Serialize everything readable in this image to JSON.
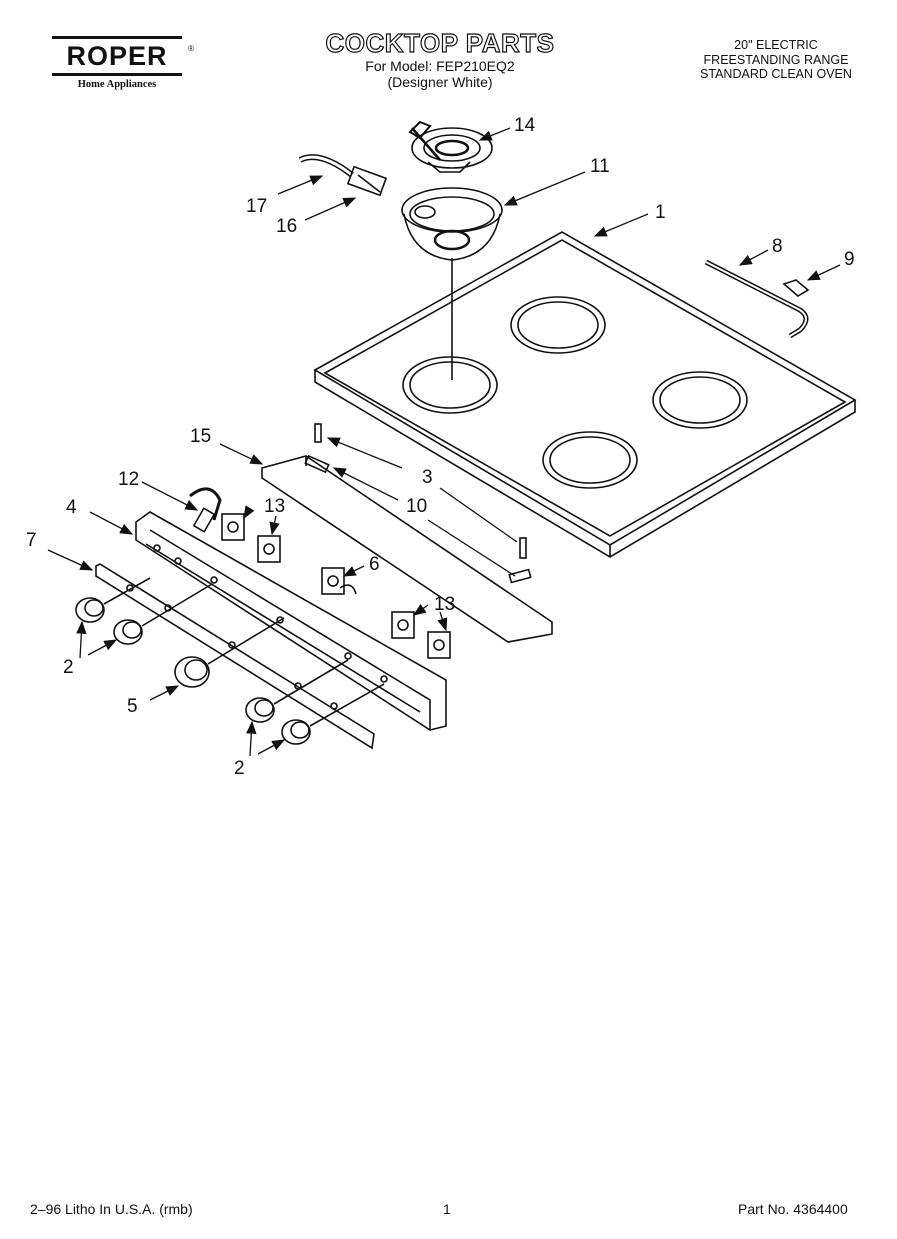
{
  "header": {
    "brand": "ROPER",
    "brand_tm": "®",
    "brand_sub": "Home Appliances",
    "title": "COCKTOP PARTS",
    "model_line": "For Model: FEP210EQ2",
    "color_line": "(Designer White)",
    "spec_lines": [
      "20\" ELECTRIC",
      "FREESTANDING RANGE",
      "STANDARD CLEAN OVEN"
    ]
  },
  "callouts": [
    "14",
    "11",
    "17",
    "16",
    "1",
    "8",
    "9",
    "15",
    "3",
    "12",
    "10",
    "4",
    "13",
    "7",
    "6",
    "13",
    "2",
    "5",
    "2"
  ],
  "footer": {
    "left": "2–96 Litho In U.S.A. (rmb)",
    "center": "1",
    "right": "Part No. 4364400"
  }
}
